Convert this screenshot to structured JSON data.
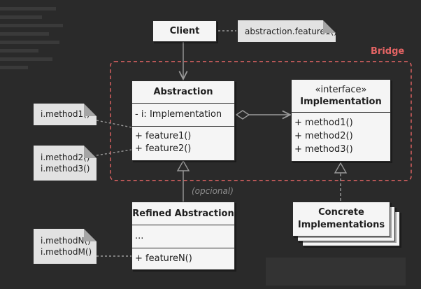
{
  "client": {
    "label": "Client"
  },
  "client_note": "abstraction.feature1()",
  "bridge": {
    "label": "Bridge",
    "color": "#e46464"
  },
  "abstraction": {
    "title": "Abstraction",
    "field": "- i: Implementation",
    "methods": [
      "+ feature1()",
      "+ feature2()"
    ]
  },
  "implementation": {
    "stereotype": "«interface»",
    "title": "Implementation",
    "methods": [
      "+ method1()",
      "+ method2()",
      "+ method3()"
    ]
  },
  "refined": {
    "title": "Refined Abstraction",
    "field": "...",
    "methods": [
      "+ featureN()"
    ]
  },
  "concrete": {
    "line1": "Concrete",
    "line2": "Implementations"
  },
  "notes": {
    "method1": "i.method1()",
    "method23": [
      "i.method2()",
      "i.method3()"
    ],
    "methodNM": [
      "i.methodN()",
      "i.methodM()"
    ]
  },
  "opcional": "(opcional)"
}
